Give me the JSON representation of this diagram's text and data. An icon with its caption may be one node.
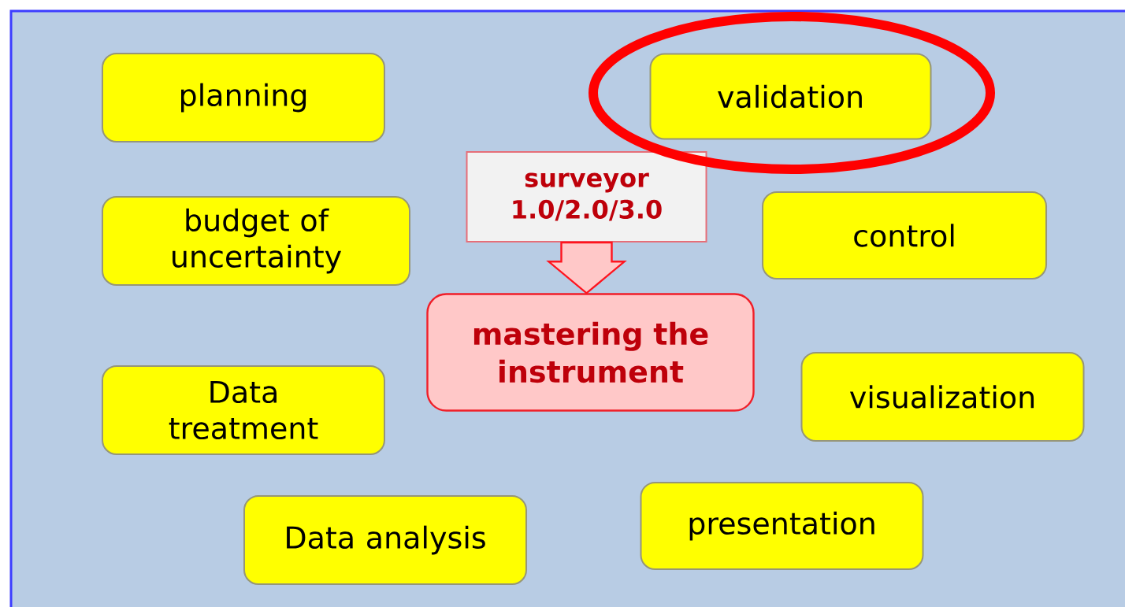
{
  "diagram": {
    "nodes": [
      {
        "text": [
          "planning"
        ]
      },
      {
        "text": [
          "validation"
        ]
      },
      {
        "text": [
          "surveyor 1.0/2.0/3.0"
        ]
      },
      {
        "text": [
          "budget of uncertainty"
        ]
      },
      {
        "text": [
          "control"
        ]
      },
      {
        "text": [
          "mastering the instrument"
        ]
      },
      {
        "text": [
          "Data treatment"
        ]
      },
      {
        "text": [
          "visualization"
        ]
      },
      {
        "text": [
          "Data analysis"
        ]
      },
      {
        "text": [
          "presentation"
        ]
      }
    ],
    "edges": [
      {
        "from": 2,
        "to": 5,
        "arrow": "to"
      }
    ]
  }
}
